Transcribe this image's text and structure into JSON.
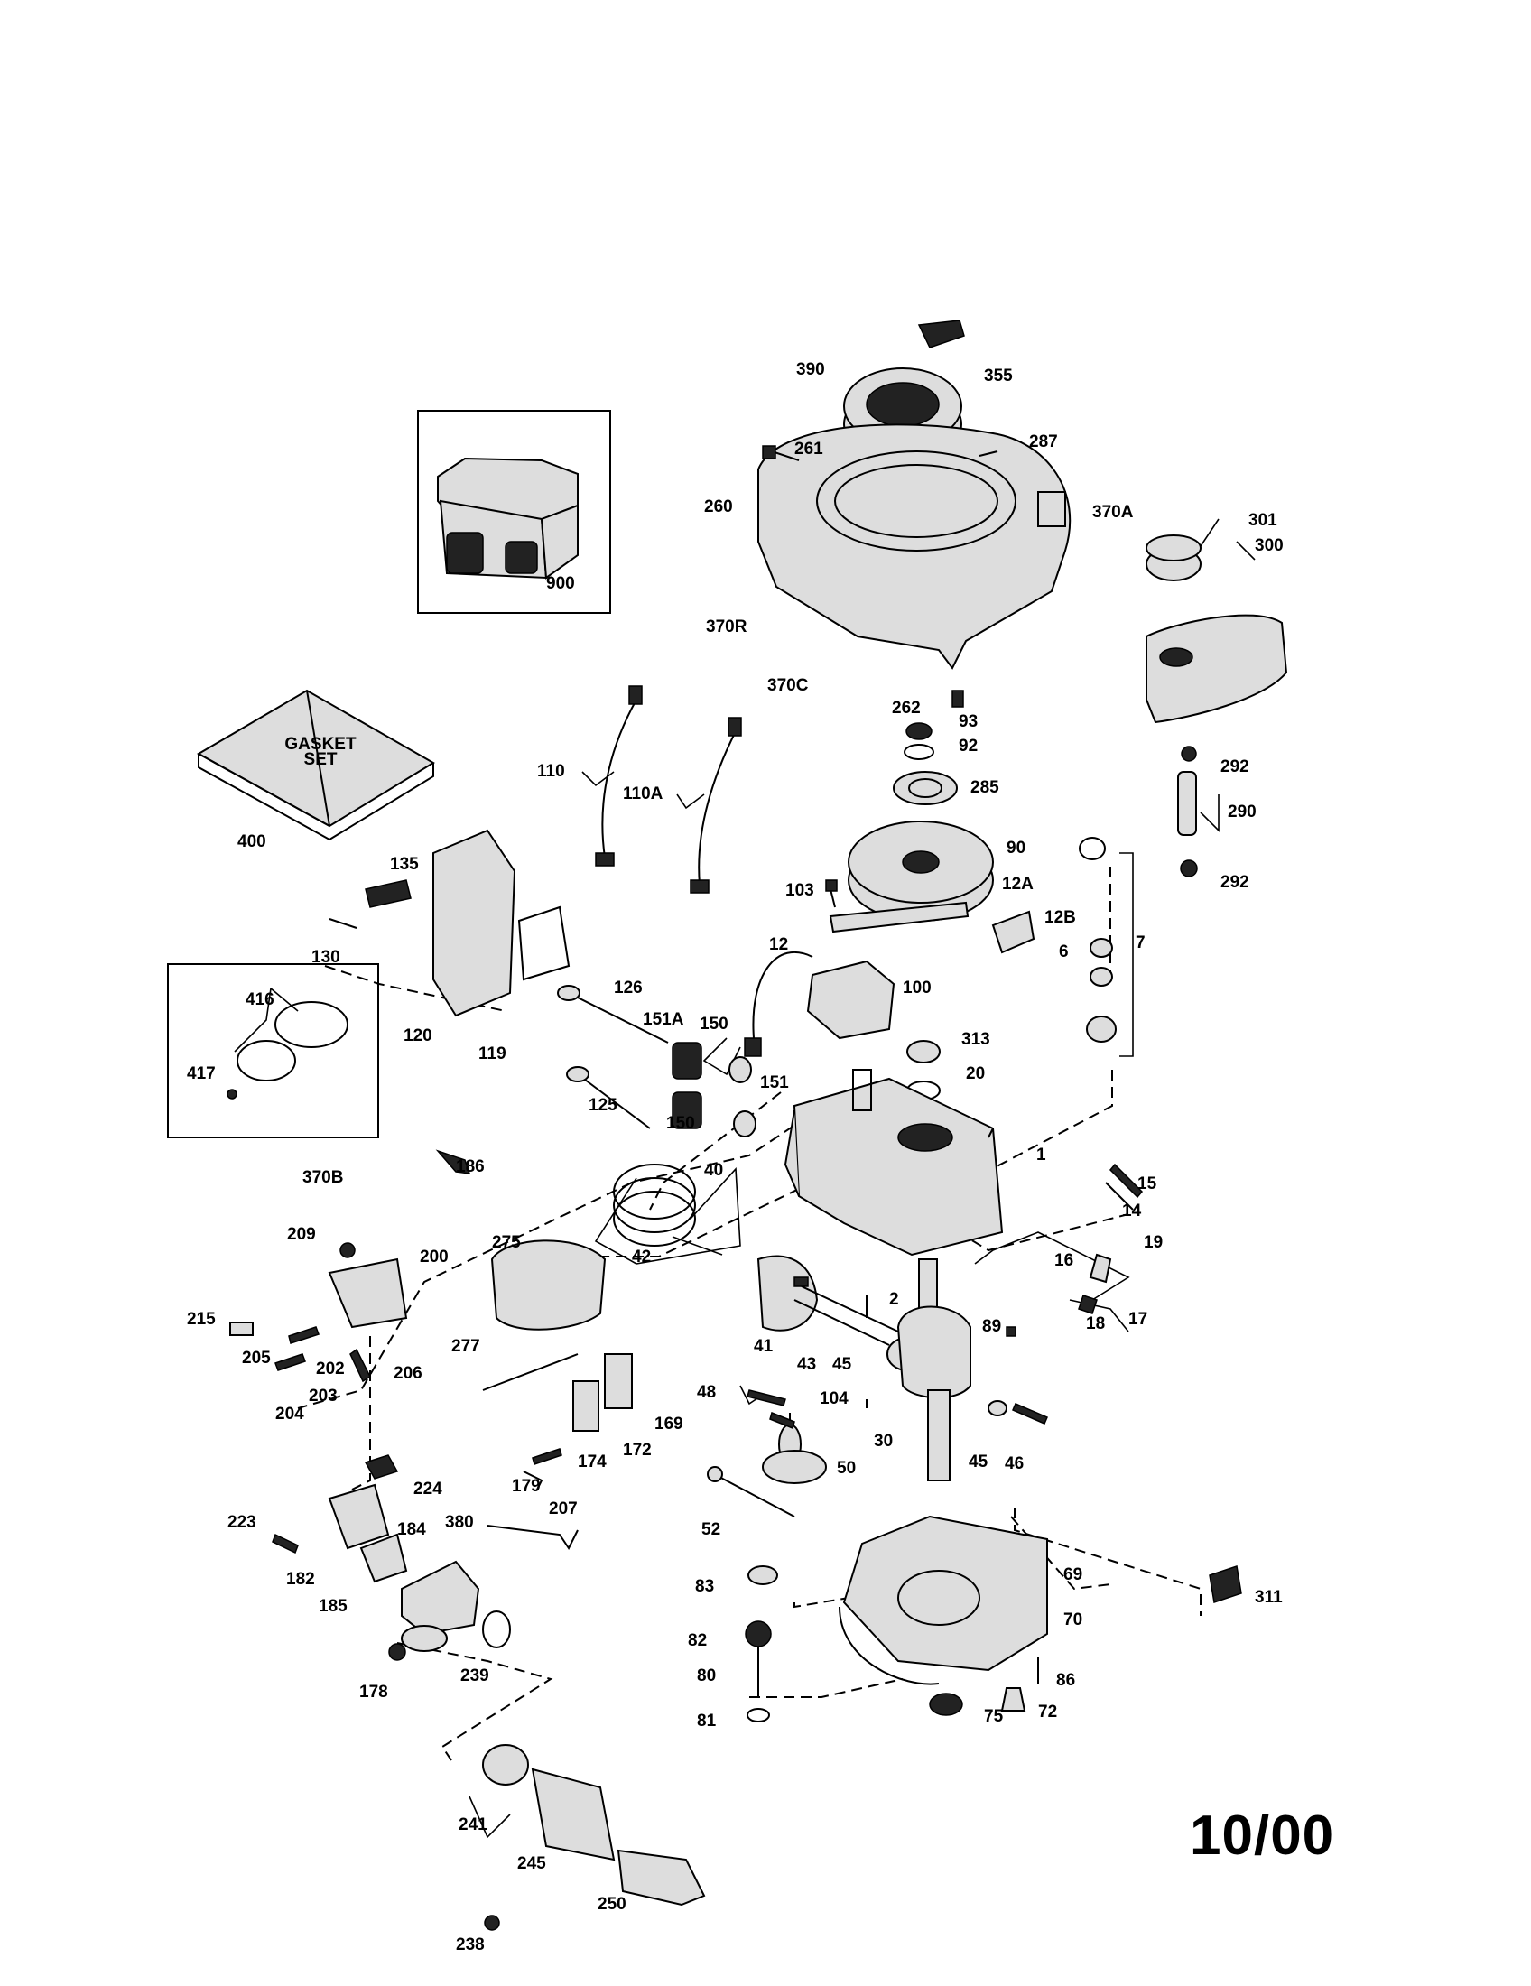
{
  "diagram": {
    "date_code": "10/00",
    "gasket_set_label": [
      "GASKET",
      "SET"
    ],
    "callouts": [
      "390",
      "355",
      "261",
      "287",
      "370A",
      "260",
      "301",
      "300",
      "370R",
      "370C",
      "262",
      "93",
      "92",
      "285",
      "90",
      "12A",
      "12B",
      "12",
      "103",
      "7",
      "6",
      "110",
      "110A",
      "400",
      "900",
      "135",
      "130",
      "120",
      "119",
      "126",
      "151A",
      "150",
      "151",
      "125",
      "100",
      "313",
      "20",
      "1",
      "416",
      "417",
      "186",
      "370B",
      "40",
      "42",
      "15",
      "14",
      "19",
      "16",
      "17",
      "18",
      "209",
      "200",
      "275",
      "215",
      "205",
      "202",
      "206",
      "204",
      "203",
      "277",
      "41",
      "43",
      "45",
      "104",
      "48",
      "30",
      "46",
      "89",
      "2",
      "169",
      "172",
      "174",
      "179",
      "224",
      "223",
      "182",
      "185",
      "184",
      "380",
      "207",
      "52",
      "50",
      "69",
      "70",
      "83",
      "82",
      "80",
      "81",
      "86",
      "72",
      "75",
      "311",
      "178",
      "239",
      "241",
      "245",
      "250",
      "238",
      "292",
      "290"
    ]
  }
}
